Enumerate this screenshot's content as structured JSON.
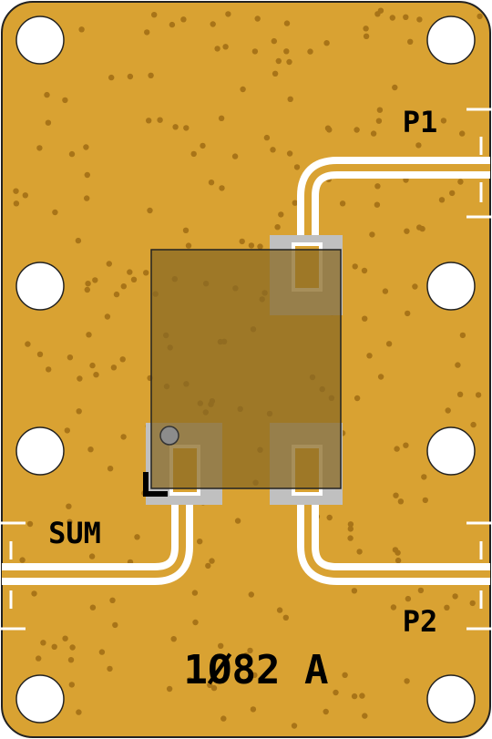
{
  "board": {
    "part_number": "1Ø82 A",
    "colors": {
      "substrate": "#D9A232",
      "via_dot": "#A87418",
      "trace": "#FFFFFF",
      "pad": "#C0C0C0",
      "package_body": "#8A6A24",
      "outline": "#222222",
      "pin1_marker": "#000000"
    }
  },
  "ports": {
    "p1": {
      "label": "P1"
    },
    "p2": {
      "label": "P2"
    },
    "sum": {
      "label": "SUM"
    }
  },
  "icons": {
    "mounting_hole": "white-circle",
    "pin1_dot": "grey-circle",
    "pin1_corner": "black-l-bracket"
  }
}
